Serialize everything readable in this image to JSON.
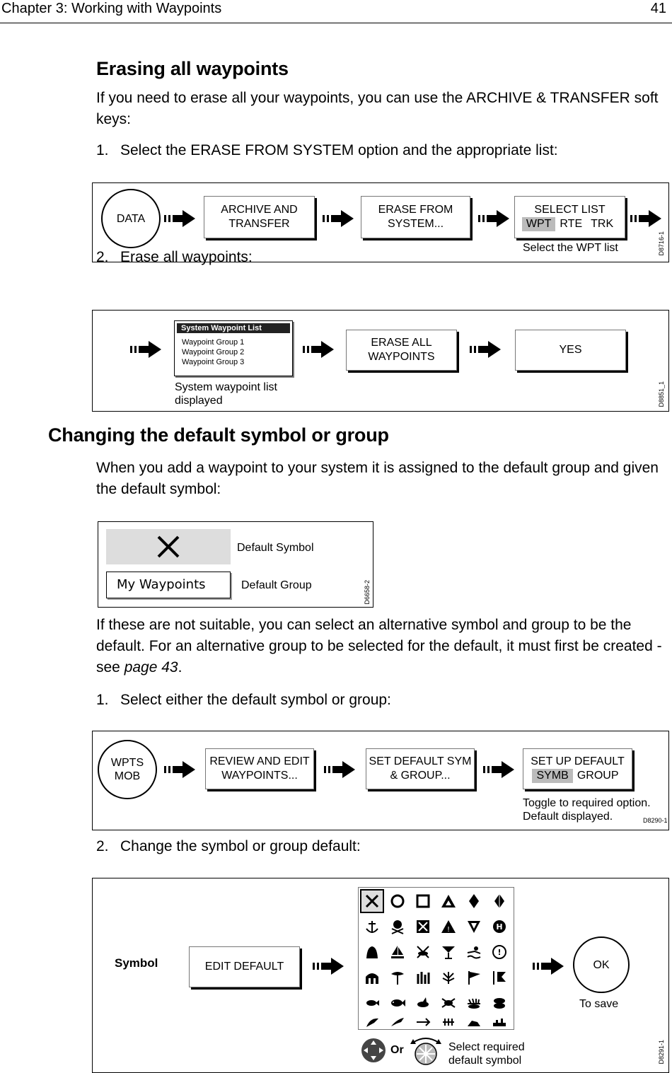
{
  "header": {
    "chapter": "Chapter 3: Working with Waypoints",
    "page": "41"
  },
  "erase": {
    "title": "Erasing all waypoints",
    "intro": "If you need to erase all your waypoints, you can use the ARCHIVE & TRANSFER soft keys:",
    "step1_num": "1.",
    "step1": "Select the ERASE FROM SYSTEM option and the appropriate list:",
    "step2_num": "2.",
    "step2": "Erase all waypoints:",
    "fig1": {
      "data_key": "DATA",
      "archive_line1": "ARCHIVE AND",
      "archive_line2": "TRANSFER",
      "erase_line1": "ERASE FROM",
      "erase_line2": "SYSTEM...",
      "select_list": "SELECT LIST",
      "options": [
        "WPT",
        "RTE",
        "TRK"
      ],
      "caption": "Select the WPT list",
      "code": "D8716-1"
    },
    "fig2": {
      "list_title": "System Waypoint List",
      "list_items": [
        "Waypoint Group 1",
        "Waypoint Group 2",
        "Waypoint Group 3"
      ],
      "caption_line1": "System waypoint list",
      "caption_line2": "displayed",
      "erase_all_line1": "ERASE ALL",
      "erase_all_line2": "WAYPOINTS",
      "yes": "YES",
      "code": "D8851_1"
    }
  },
  "change": {
    "title": "Changing the default symbol or group",
    "intro": "When you add a waypoint to your system it is assigned to the default group and given the default symbol:",
    "fig3": {
      "group_name": "My Waypoints",
      "symbol_label": "Default Symbol",
      "group_label": "Default Group",
      "code": "D6658-2"
    },
    "para2_a": "If these are not suitable, you can select an alternative symbol and group to be the default. For an alternative group to be selected for the default, it must first be created - see ",
    "para2_link": "page 43",
    "para2_end": ".",
    "step1_num": "1.",
    "step1": "Select either the default symbol or group:",
    "step2_num": "2.",
    "step2": "Change the symbol or group default:",
    "fig4": {
      "key_line1": "WPTS",
      "key_line2": "MOB",
      "review_line1": "REVIEW AND EDIT",
      "review_line2": "WAYPOINTS...",
      "setdef_line1": "SET DEFAULT SYM",
      "setdef_line2": "& GROUP...",
      "setup_line1": "SET UP DEFAULT",
      "options": [
        "SYMB",
        "GROUP"
      ],
      "caption_line1": "Toggle to required option.",
      "caption_line2": "Default displayed.",
      "code": "D8290-1"
    },
    "fig5": {
      "symbol_label": "Symbol",
      "edit_default": "EDIT DEFAULT",
      "ok": "OK",
      "to_save": "To save",
      "or": "Or",
      "select_line1": "Select required",
      "select_line2": "default symbol",
      "code": "D8291-1"
    }
  },
  "icons": [
    "arrow-icon",
    "cross-icon",
    "trackpad-icon",
    "rotary-knob-icon",
    "waypoint-symbol-icon"
  ],
  "colors": {
    "highlight": "#bbbbbb",
    "list_header": "#222222"
  }
}
